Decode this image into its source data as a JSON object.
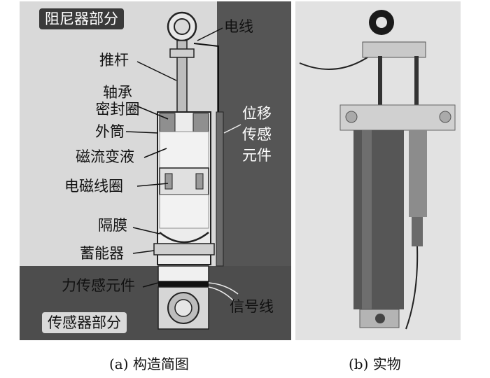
{
  "labels": {
    "damper_section": "阻尼器部分",
    "sensor_section": "传感器部分",
    "wire": "电线",
    "push_rod": "推杆",
    "bearing_seal_1": "轴承",
    "bearing_seal_2": "密封圈",
    "outer_cylinder": "外筒",
    "mr_fluid": "磁流变液",
    "coil": "电磁线圈",
    "diaphragm": "隔膜",
    "accumulator": "蓄能器",
    "force_sensor": "力传感元件",
    "signal_wire": "信号线",
    "displacement_1": "位移",
    "displacement_2": "传感",
    "displacement_3": "元件"
  },
  "captions": {
    "a": "(a) 构造简图",
    "b": "(b) 实物"
  },
  "colors": {
    "dark_gray": "#4a4a4a",
    "mid_gray": "#9a9a9a",
    "light_gray": "#d4d4d4",
    "panel_bg": "#e2e2e2"
  }
}
